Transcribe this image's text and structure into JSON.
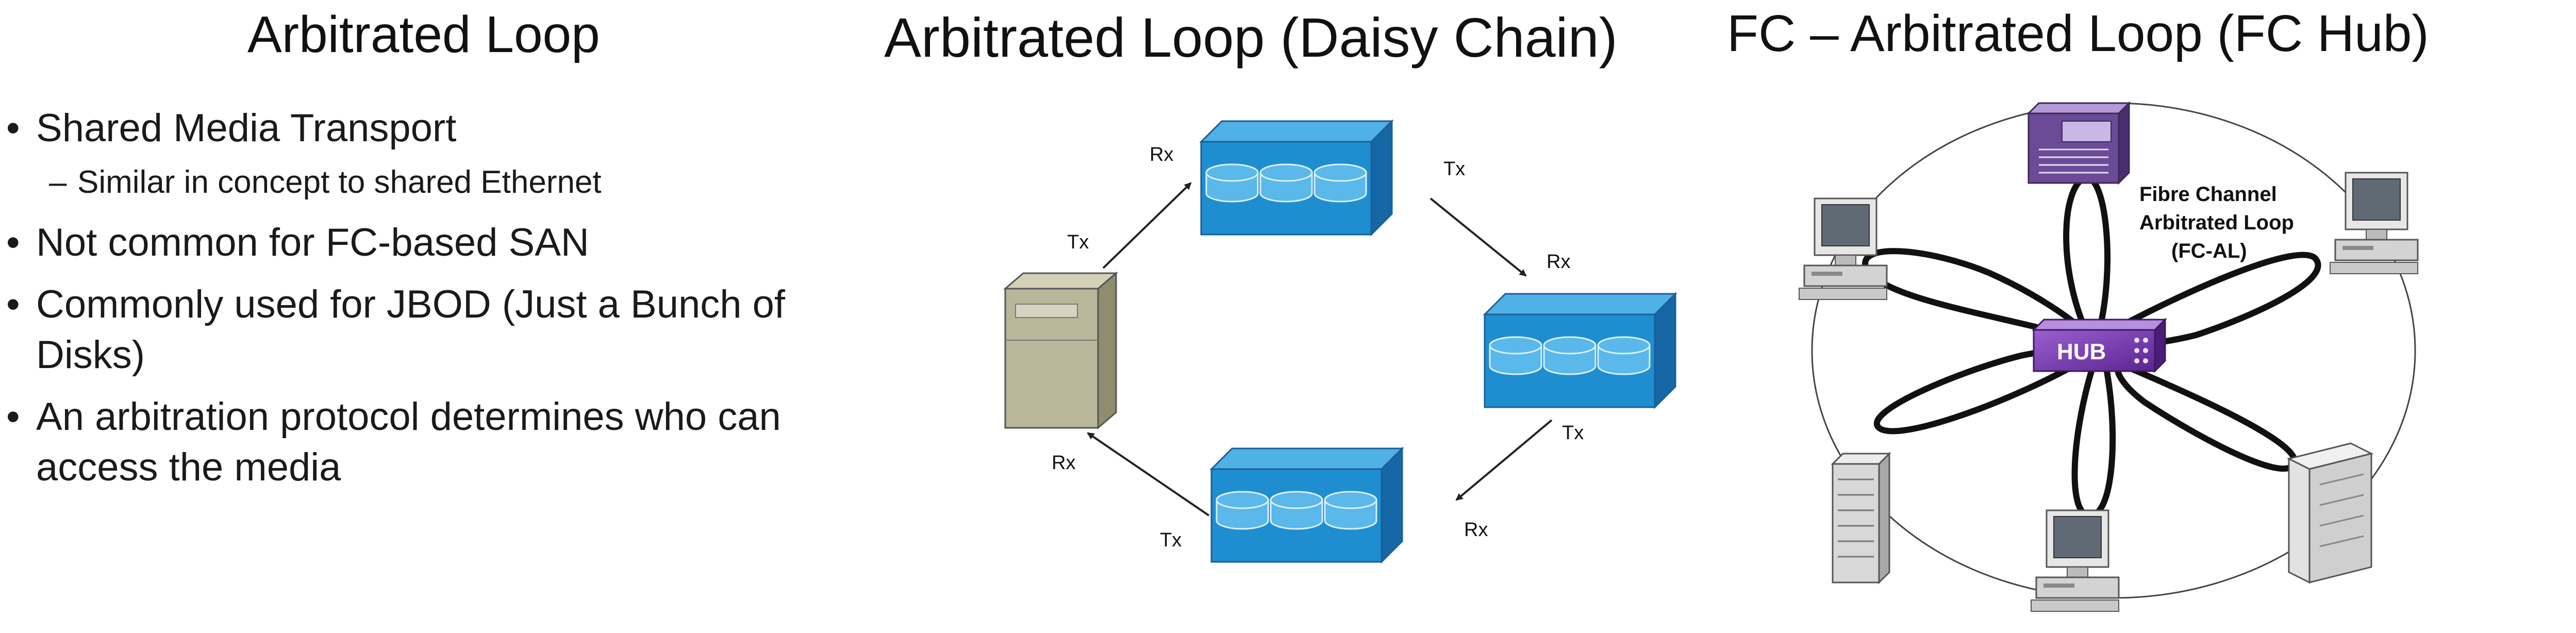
{
  "titles": {
    "left": "Arbitrated Loop",
    "middle": "Arbitrated Loop (Daisy Chain)",
    "right": "FC – Arbitrated Loop (FC Hub)"
  },
  "bullets": [
    {
      "text": "Shared Media Transport",
      "sub": "Similar in concept to shared Ethernet"
    },
    {
      "text": "Not common for FC-based SAN"
    },
    {
      "text": "Commonly used for JBOD (Just a Bunch of Disks)"
    },
    {
      "text": "An arbitration protocol determines who can access the media"
    }
  ],
  "daisy_chain": {
    "tx": "Tx",
    "rx": "Rx"
  },
  "hub_diagram": {
    "hub_label": "HUB",
    "loop_label_1": "Fibre Channel",
    "loop_label_2": "Arbitrated Loop",
    "loop_label_3": "(FC-AL)"
  },
  "colors": {
    "storage_front": "#1f8ed1",
    "storage_top": "#4fb1e6",
    "storage_side": "#1667a6",
    "server": "#b9b69a",
    "hub": "#7b3cb2"
  },
  "icons": [
    "disk-array-icon",
    "server-icon",
    "desktop-computer-icon",
    "hub-icon",
    "tape-library-icon",
    "rack-server-icon"
  ]
}
